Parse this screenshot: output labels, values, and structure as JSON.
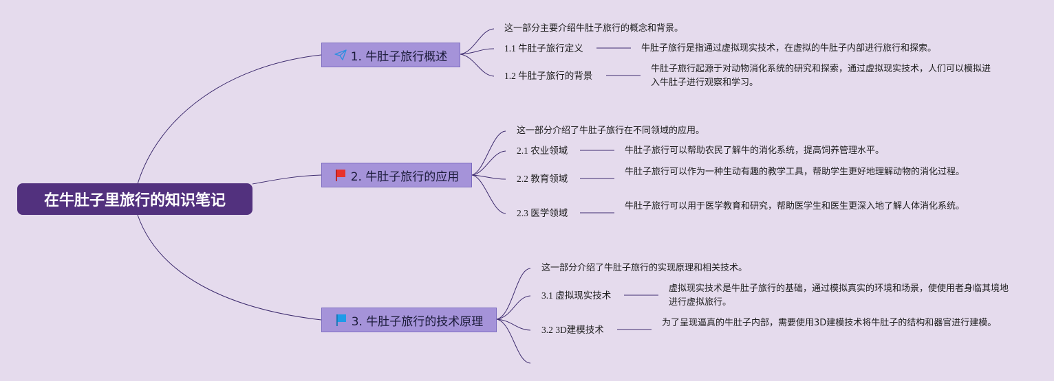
{
  "root": {
    "title": "在牛肚子里旅行的知识笔记"
  },
  "colors": {
    "background": "#e5dbed",
    "root": "#52317e",
    "branch": "#a593d9",
    "line": "#3d2b6e"
  },
  "branches": [
    {
      "title": "1. 牛肚子旅行概述",
      "icon": "paper-plane-icon",
      "intro": "这一部分主要介绍牛肚子旅行的概念和背景。",
      "items": [
        {
          "label": "1.1 牛肚子旅行定义",
          "desc": "牛肚子旅行是指通过虚拟现实技术，在虚拟的牛肚子内部进行旅行和探索。"
        },
        {
          "label": "1.2 牛肚子旅行的背景",
          "desc": "牛肚子旅行起源于对动物消化系统的研究和探索，通过虚拟现实技术，人们可以模拟进入牛肚子进行观察和学习。"
        }
      ]
    },
    {
      "title": "2. 牛肚子旅行的应用",
      "icon": "red-flag-icon",
      "intro": "这一部分介绍了牛肚子旅行在不同领域的应用。",
      "items": [
        {
          "label": "2.1 农业领域",
          "desc": "牛肚子旅行可以帮助农民了解牛的消化系统，提高饲养管理水平。"
        },
        {
          "label": "2.2 教育领域",
          "desc": "牛肚子旅行可以作为一种生动有趣的教学工具，帮助学生更好地理解动物的消化过程。"
        },
        {
          "label": "2.3 医学领域",
          "desc": "牛肚子旅行可以用于医学教育和研究，帮助医学生和医生更深入地了解人体消化系统。"
        }
      ]
    },
    {
      "title": "3. 牛肚子旅行的技术原理",
      "icon": "blue-flag-icon",
      "intro": "这一部分介绍了牛肚子旅行的实现原理和相关技术。",
      "items": [
        {
          "label": "3.1 虚拟现实技术",
          "desc": "虚拟现实技术是牛肚子旅行的基础，通过模拟真实的环境和场景，使使用者身临其境地进行虚拟旅行。"
        },
        {
          "label": "3.2 3D建模技术",
          "desc": "为了呈现逼真的牛肚子内部，需要使用3D建模技术将牛肚子的结构和器官进行建模。"
        }
      ]
    }
  ]
}
